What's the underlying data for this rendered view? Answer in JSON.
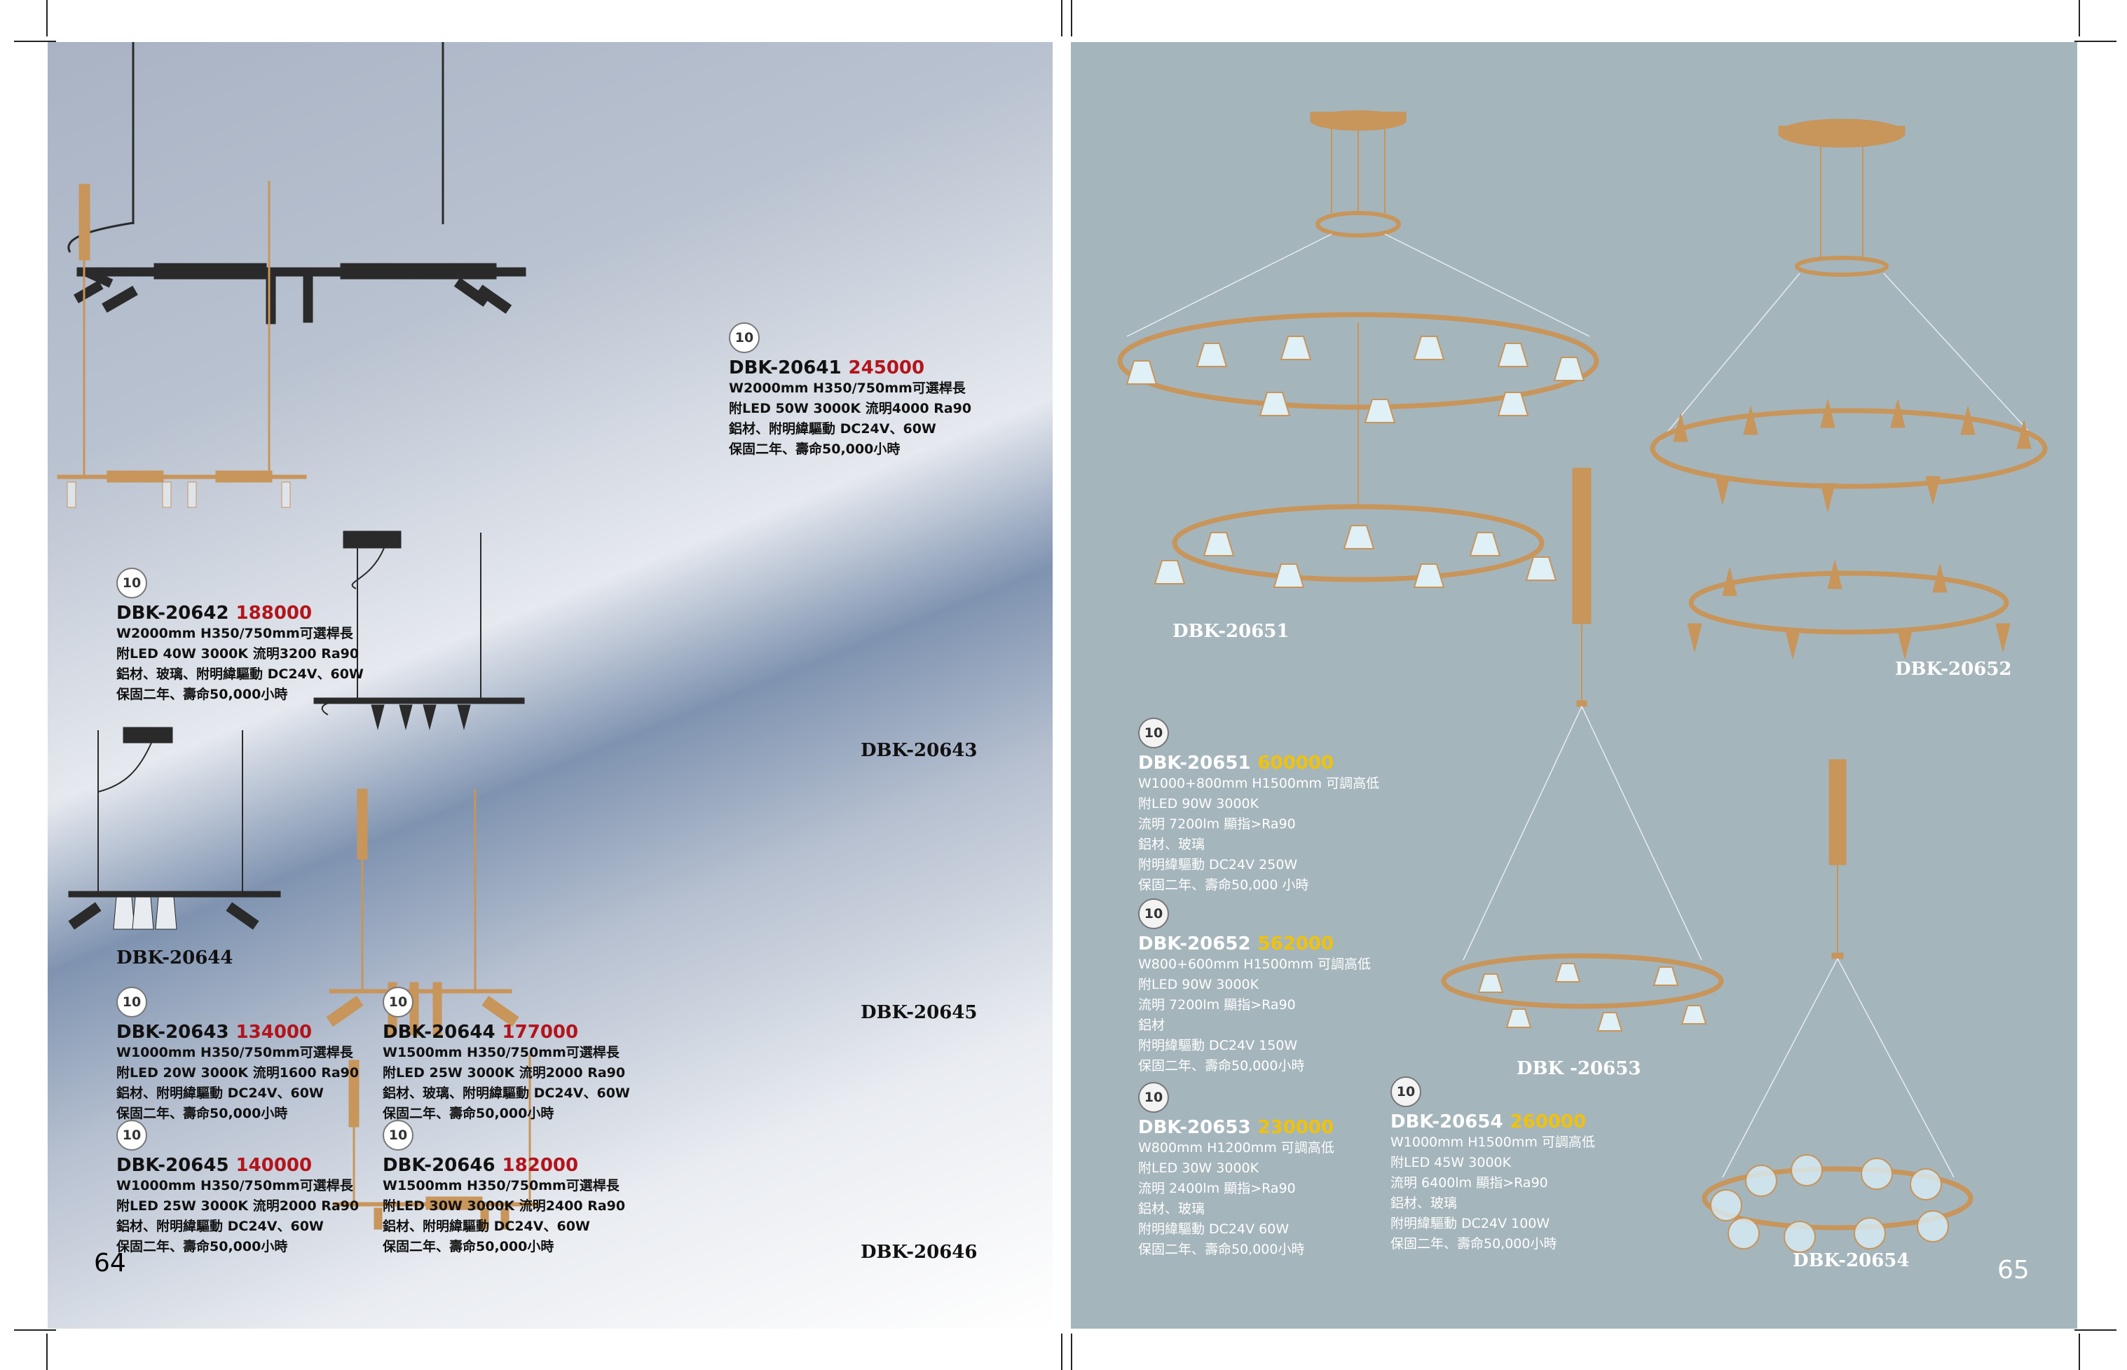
{
  "left_page": {
    "page_number": "64",
    "products": [
      {
        "id": "DBK-20641",
        "badge": "10",
        "price": "245000",
        "specs": [
          "W2000mm H350/750mm可選桿長",
          "附LED 50W 3000K 流明4000 Ra90",
          "鋁材、附明緯驅動 DC24V、60W",
          "保固二年、壽命50,000小時"
        ]
      },
      {
        "id": "DBK-20642",
        "badge": "10",
        "price": "188000",
        "specs": [
          "W2000mm H350/750mm可選桿長",
          "附LED 40W 3000K 流明3200 Ra90",
          "鋁材、玻璃、附明緯驅動 DC24V、60W",
          "保固二年、壽命50,000小時"
        ]
      },
      {
        "id": "DBK-20643",
        "badge": "10",
        "price": "134000",
        "specs": [
          "W1000mm H350/750mm可選桿長",
          "附LED 20W 3000K 流明1600 Ra90",
          "鋁材、附明緯驅動 DC24V、60W",
          "保固二年、壽命50,000小時"
        ]
      },
      {
        "id": "DBK-20644",
        "badge": "10",
        "price": "177000",
        "specs": [
          "W1500mm H350/750mm可選桿長",
          "附LED 25W 3000K 流明2000 Ra90",
          "鋁材、玻璃、附明緯驅動 DC24V、60W",
          "保固二年、壽命50,000小時"
        ]
      },
      {
        "id": "DBK-20645",
        "badge": "10",
        "price": "140000",
        "specs": [
          "W1000mm H350/750mm可選桿長",
          "附LED 25W 3000K 流明2000 Ra90",
          "鋁材、附明緯驅動 DC24V、60W",
          "保固二年、壽命50,000小時"
        ]
      },
      {
        "id": "DBK-20646",
        "badge": "10",
        "price": "182000",
        "specs": [
          "W1500mm H350/750mm可選桿長",
          "附LED 30W 3000K 流明2400 Ra90",
          "鋁材、附明緯驅動 DC24V、60W",
          "保固二年、壽命50,000小時"
        ]
      }
    ],
    "image_labels": {
      "p43": "DBK-20643",
      "p44": "DBK-20644",
      "p45": "DBK-20645",
      "p46": "DBK-20646"
    }
  },
  "right_page": {
    "page_number": "65",
    "products": [
      {
        "id": "DBK-20651",
        "badge": "10",
        "price": "600000",
        "specs": [
          "W1000+800mm H1500mm 可調高低",
          "附LED 90W 3000K",
          "流明 7200lm 顯指>Ra90",
          "鋁材、玻璃",
          "附明緯驅動 DC24V 250W",
          "保固二年、壽命50,000 小時"
        ]
      },
      {
        "id": "DBK-20652",
        "badge": "10",
        "price": "562000",
        "specs": [
          "W800+600mm H1500mm 可調高低",
          "附LED 90W 3000K",
          "流明 7200lm 顯指>Ra90",
          "鋁材",
          "附明緯驅動 DC24V 150W",
          "保固二年、壽命50,000小時"
        ]
      },
      {
        "id": "DBK-20653",
        "badge": "10",
        "price": "230000",
        "specs": [
          "W800mm H1200mm 可調高低",
          "附LED 30W 3000K",
          "流明 2400lm 顯指>Ra90",
          "鋁材、玻璃",
          "附明緯驅動 DC24V 60W",
          "保固二年、壽命50,000小時"
        ]
      },
      {
        "id": "DBK-20654",
        "badge": "10",
        "price": "260000",
        "specs": [
          "W1000mm H1500mm 可調高低",
          "附LED 45W 3000K",
          "流明 6400lm 顯指>Ra90",
          "鋁材、玻璃",
          "附明緯驅動 DC24V 100W",
          "保固二年、壽命50,000小時"
        ]
      }
    ],
    "image_labels": {
      "p51": "DBK-20651",
      "p52": "DBK-20652",
      "p53": "DBK -20653",
      "p54": "DBK-20654"
    }
  },
  "colors": {
    "left_price": "#b3141b",
    "right_price": "#f0c20a",
    "right_bg": "#a5b5bc",
    "gold": "#c8955a",
    "black_fixture": "#2a2a2a"
  }
}
